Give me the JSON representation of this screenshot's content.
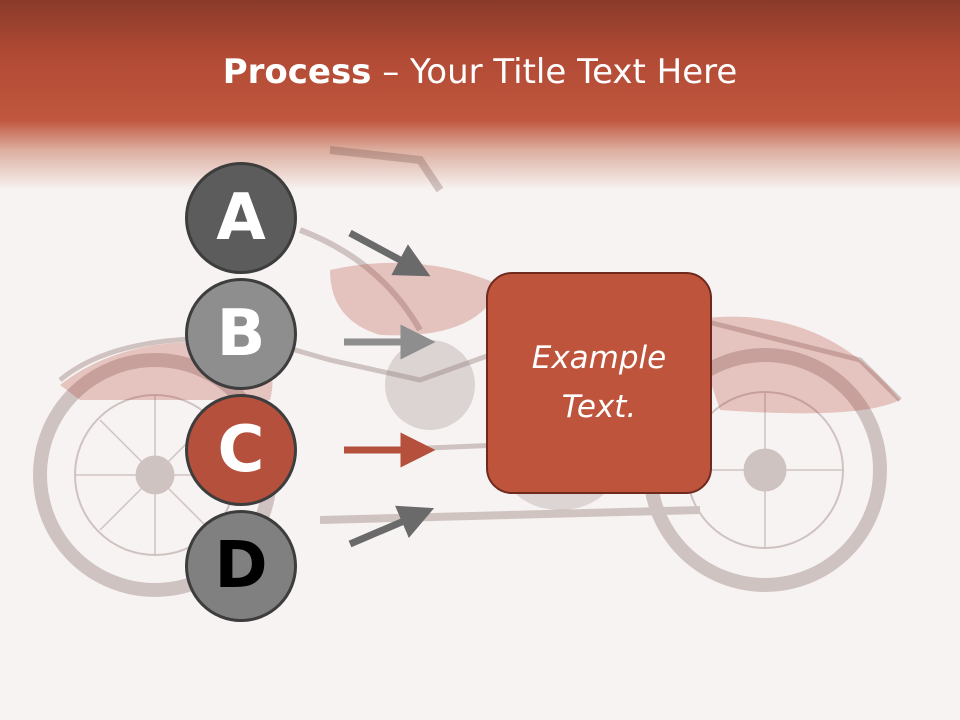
{
  "title": {
    "strong": "Process",
    "rest": " – Your Title Text Here"
  },
  "steps": [
    {
      "label": "A",
      "color": "#5c5c5c"
    },
    {
      "label": "B",
      "color": "#8e8e8e"
    },
    {
      "label": "C",
      "color": "#b5503c"
    },
    {
      "label": "D",
      "color": "#808080"
    }
  ],
  "target_box": {
    "text": "Example Text.",
    "color": "#bf543c"
  },
  "colors": {
    "header": "#b14a35",
    "arrow_gray": "#6a6a6a",
    "arrow_accent": "#b5503c"
  },
  "background_image": "motorcycle-illustration"
}
